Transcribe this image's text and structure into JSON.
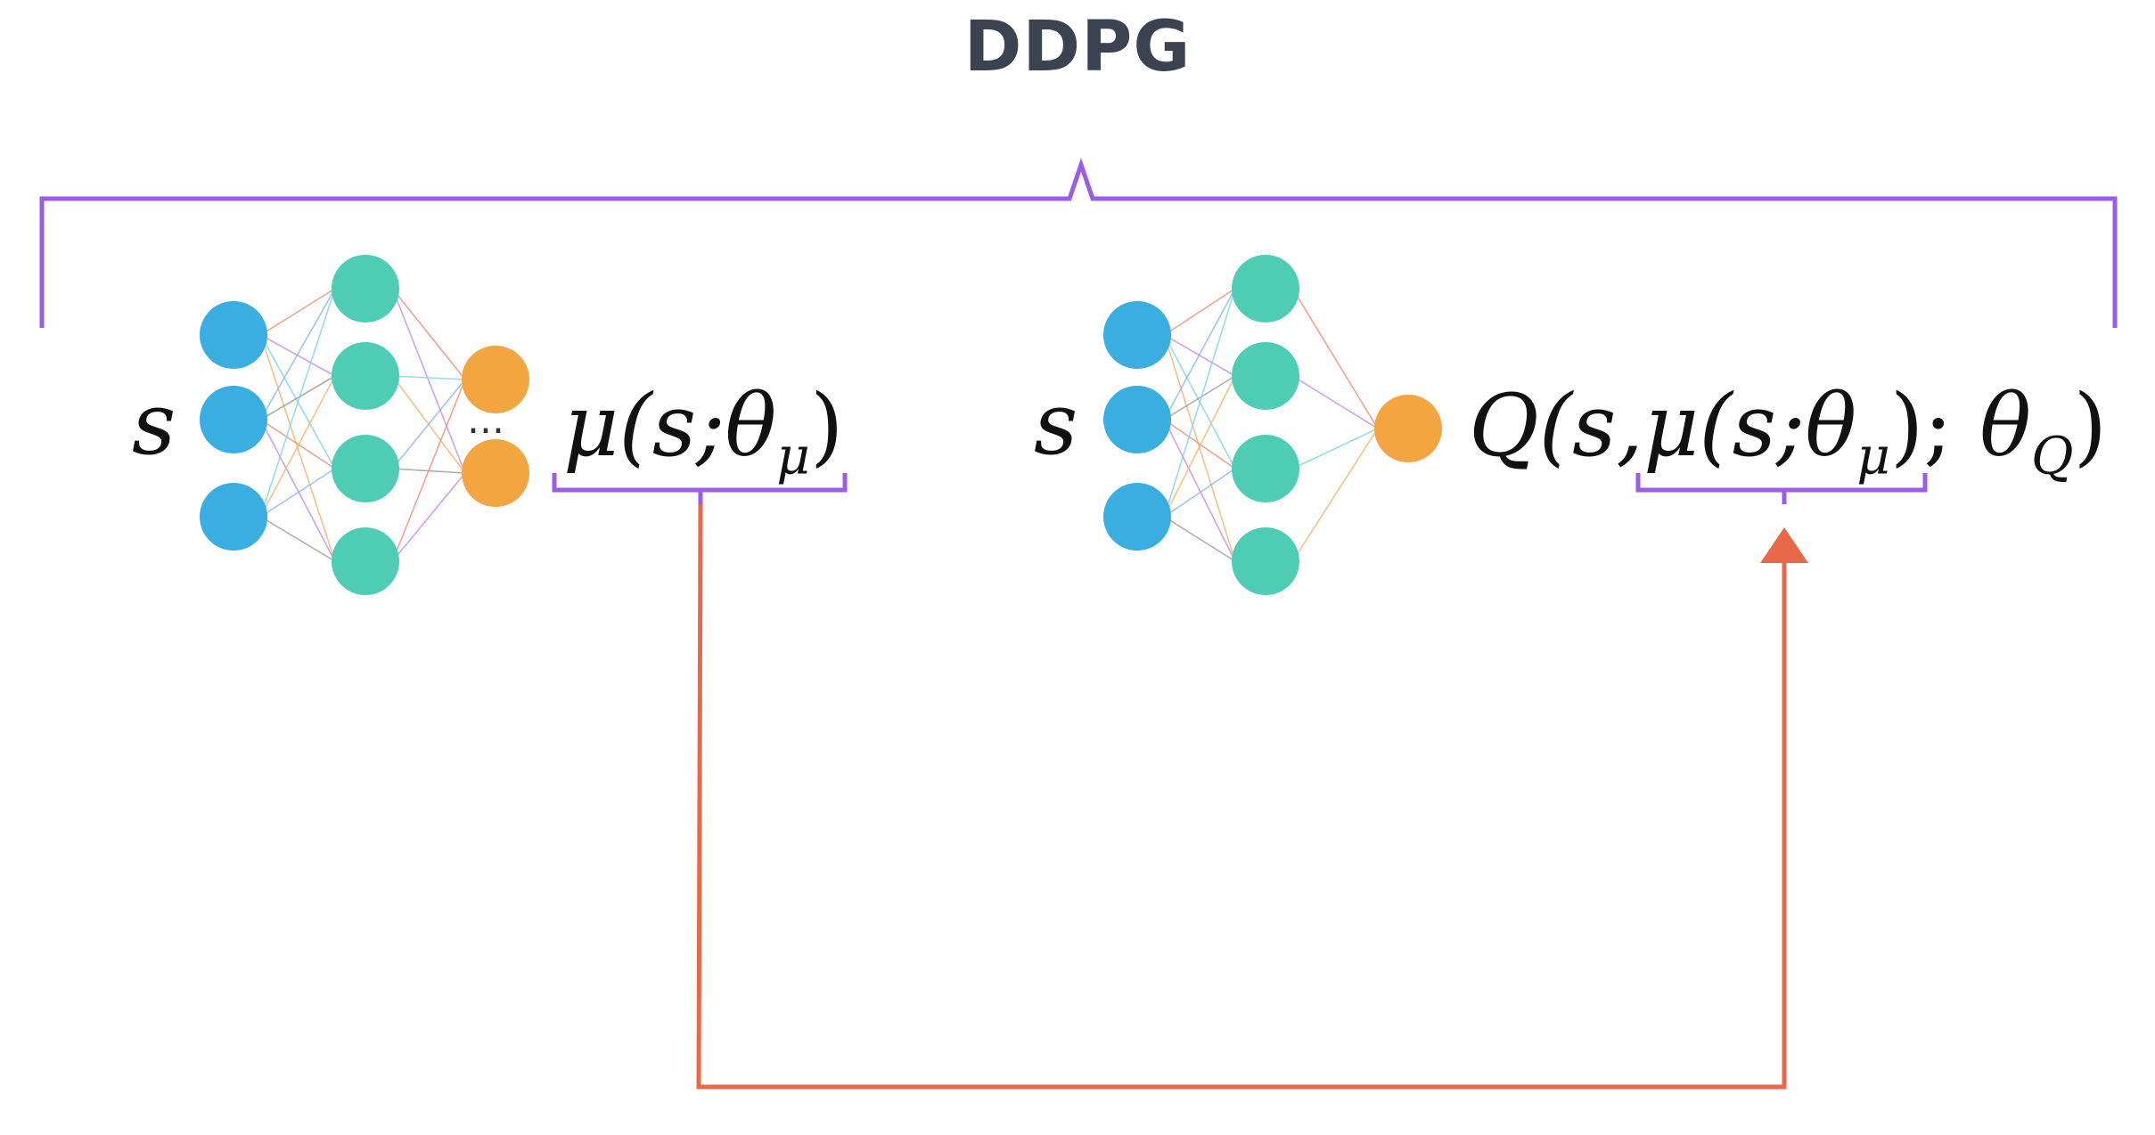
{
  "title": "DDPG",
  "colors": {
    "bracket": "#9b5de5",
    "arrow": "#e8694a",
    "input_node": "#3aaee0",
    "hidden_node": "#4ecdb4",
    "output_node": "#f2a541"
  },
  "actor": {
    "input_label": "s",
    "output_dots": "...",
    "output": {
      "fn": "μ(s;",
      "param": "θ",
      "param_sub": "μ",
      "close": ")"
    }
  },
  "critic": {
    "input_label": "s",
    "output": {
      "q_open": "Q(s,",
      "mu_open": "μ(s;",
      "param1": "θ",
      "param1_sub": "μ",
      "mid_close": ");",
      "param2": "θ",
      "param2_sub": "Q",
      "close": ")"
    }
  }
}
